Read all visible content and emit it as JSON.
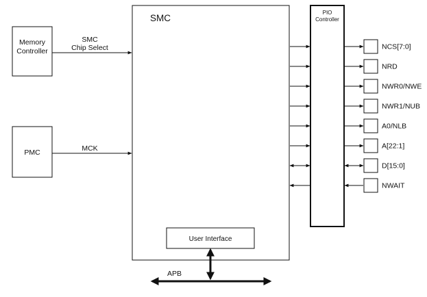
{
  "blocks": {
    "memory_controller": [
      "Memory",
      "Controller"
    ],
    "pmc": "PMC",
    "smc": "SMC",
    "pio": [
      "PIO",
      "Controller"
    ],
    "user_interface": "User Interface"
  },
  "signals": {
    "smc_chip_select": [
      "SMC",
      "Chip Select"
    ],
    "mck": "MCK",
    "apb": "APB"
  },
  "pins": [
    {
      "label": "NCS[7:0]",
      "direction": "out"
    },
    {
      "label": "NRD",
      "direction": "out"
    },
    {
      "label": "NWR0/NWE",
      "direction": "out"
    },
    {
      "label": "NWR1/NUB",
      "direction": "out"
    },
    {
      "label": "A0/NLB",
      "direction": "out"
    },
    {
      "label": "A[22:1]",
      "direction": "out"
    },
    {
      "label": "D[15:0]",
      "direction": "bidir"
    },
    {
      "label": "NWAIT",
      "direction": "in"
    }
  ]
}
